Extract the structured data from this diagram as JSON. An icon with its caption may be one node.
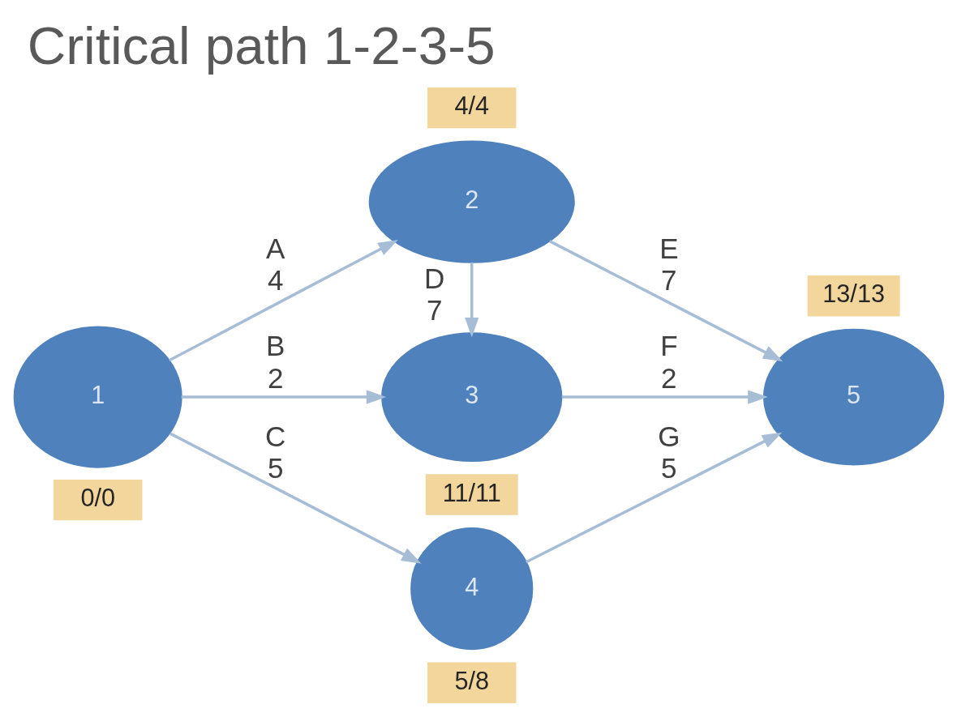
{
  "diagram": {
    "title": "Critical path 1-2-3-5",
    "nodes": [
      {
        "text": [
          "1"
        ],
        "beside": [
          "0/0"
        ]
      },
      {
        "text": [
          "2"
        ],
        "beside": [
          "4/4"
        ]
      },
      {
        "text": [
          "3"
        ],
        "beside": [
          "11/11"
        ]
      },
      {
        "text": [
          "4"
        ],
        "beside": [
          "5/8"
        ]
      },
      {
        "text": [
          "5"
        ],
        "beside": [
          "13/13"
        ]
      }
    ],
    "edges": [
      {
        "from": 0,
        "to": 1,
        "arrow": "to",
        "label": "A 4"
      },
      {
        "from": 0,
        "to": 2,
        "arrow": "to",
        "label": "B 2"
      },
      {
        "from": 0,
        "to": 3,
        "arrow": "to",
        "label": "C 5"
      },
      {
        "from": 1,
        "to": 2,
        "arrow": "to",
        "label": "D 7"
      },
      {
        "from": 1,
        "to": 4,
        "arrow": "to",
        "label": "E 7"
      },
      {
        "from": 2,
        "to": 4,
        "arrow": "to",
        "label": "F 2"
      },
      {
        "from": 3,
        "to": 4,
        "arrow": "to",
        "label": "G 5"
      }
    ]
  }
}
